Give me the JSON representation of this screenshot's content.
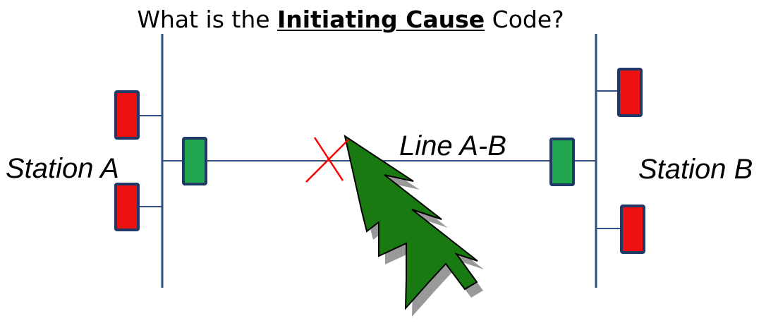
{
  "title": {
    "prefix": "What is the ",
    "emphasis": "Initiating Cause",
    "suffix": " Code?"
  },
  "station_a": {
    "label": "Station A"
  },
  "station_b": {
    "label": "Station B"
  },
  "line": {
    "label": "Line A-B"
  },
  "colors": {
    "bus": "#2f4f7f",
    "breaker_open": "#ee1111",
    "breaker_closed": "#22a650",
    "outline": "#1f3a66",
    "fault": "#ff0000",
    "tree": "#1a7a12",
    "shadow": "#999999"
  }
}
